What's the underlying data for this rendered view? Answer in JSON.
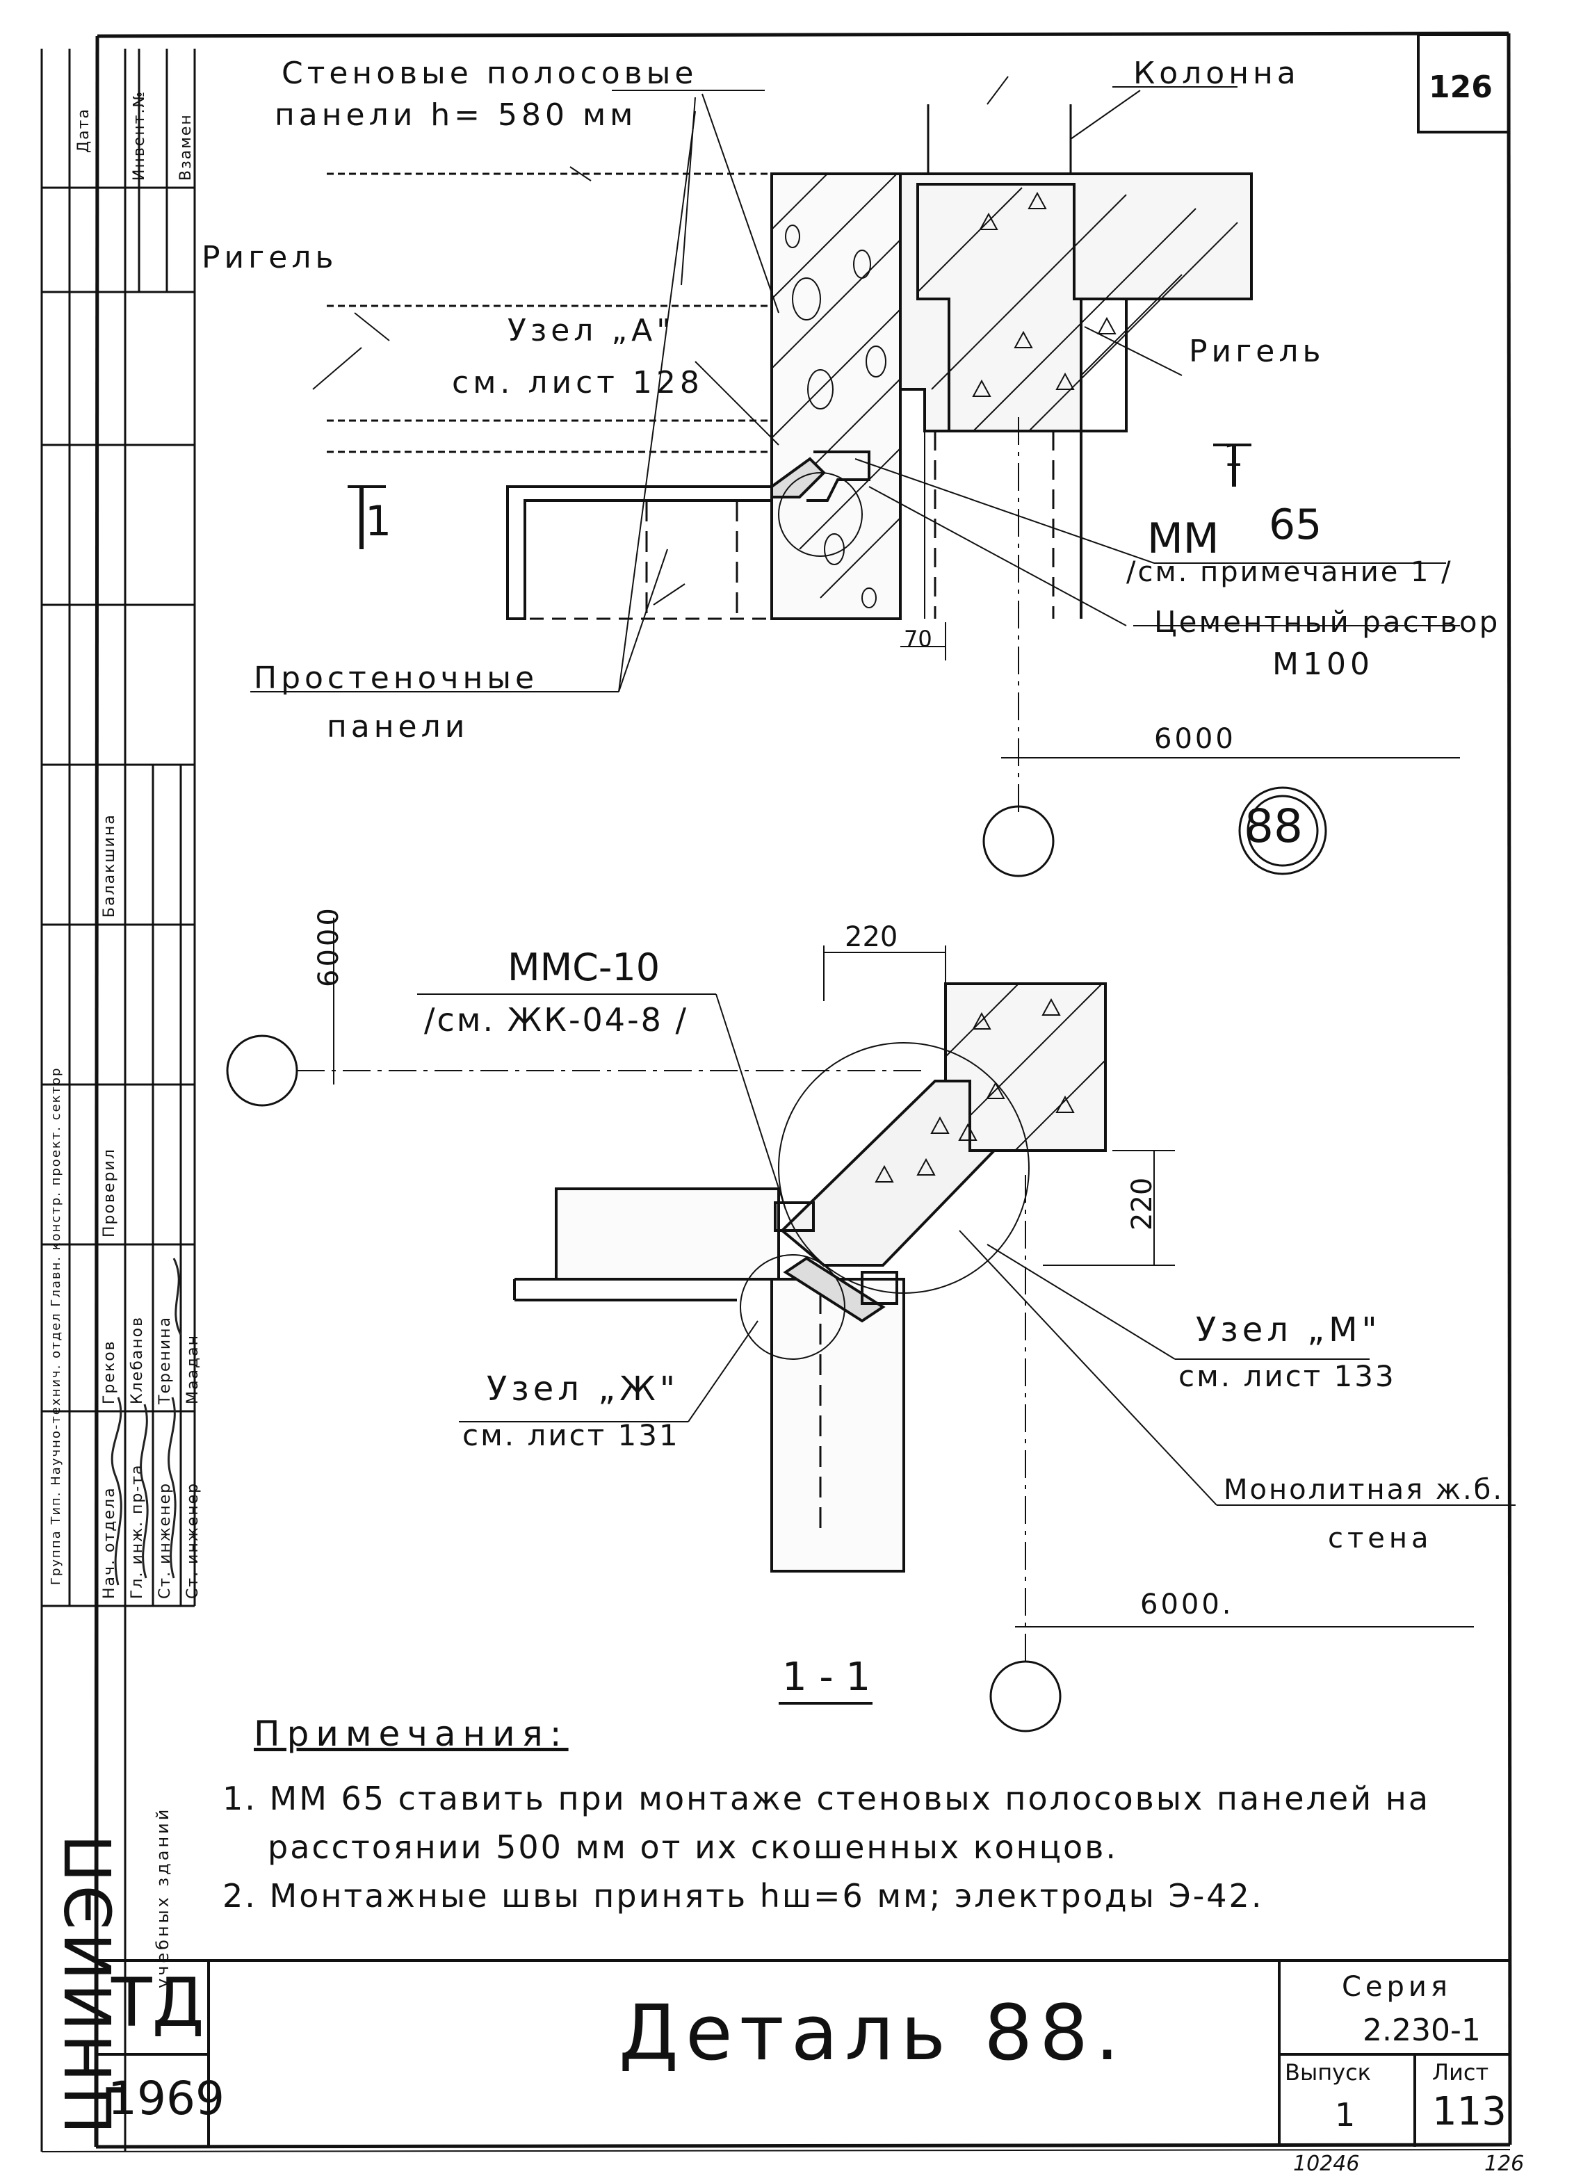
{
  "sheet_no_top": "126",
  "plan_top": {
    "panel_label_1": "Стеновые  полосовые",
    "panel_label_2": "панели   h= 580 мм",
    "column": "Колонна",
    "rigel_left": "Ригель",
    "rigel_right": "Ригель",
    "node_a_1": "Узел „А\"",
    "node_a_2": "см.  лист 128",
    "section_mark_left": "1",
    "section_mark_right": "1",
    "mm_label": "ММ",
    "mm_num": "65",
    "mm_ref": "/см. примечание 1 /",
    "cement_1": "Цементный  раствор",
    "cement_2": "М100",
    "dim_70": "70",
    "interwall_1": "Простеночные",
    "interwall_2": "панели",
    "dim_6000_top": "6000",
    "detail_no": "88"
  },
  "section_1_1": {
    "dim_6000_vertical": "6000",
    "mmc_1": "ММС-10",
    "mmc_2": "/см. ЖК-04-8 /",
    "dim_220_top": "220",
    "dim_220_right": "220",
    "node_m_1": "Узел „М\"",
    "node_m_2": "см. лист 133",
    "node_zh_1": "Узел „Ж\"",
    "node_zh_2": "см. лист 131",
    "wall_1": "Монолитная ж.б.",
    "wall_2": "стена",
    "dim_6000_bottom": "6000.",
    "section_title": "1 - 1"
  },
  "notes": {
    "heading": "Примечания:",
    "n1a": "1.  ММ 65  ставить при монтаже стеновых полосовых панелей   на",
    "n1b": "расстоянии  500 мм   от  их  скошенных   концов.",
    "n2": "2.  Монтажные  швы   принять   hш=6 мм;   электроды    Э-42."
  },
  "title_block": {
    "td": "ТД",
    "year": "1969",
    "title": "Деталь  88.",
    "series_label": "Серия",
    "series_value": "2.230-1",
    "issue_label": "Выпуск",
    "issue_value": "1",
    "sheet_label": "Лист",
    "sheet_value": "113",
    "org": "ЦНИИЭП",
    "org_sub": "учебных  зданий",
    "bottom_code": "10246",
    "bottom_page": "126"
  },
  "side_stamp": {
    "col_date": "Дата",
    "col_inv": "Инвент.№",
    "col_replace": "Взамен",
    "roles": [
      "Нач. отдела",
      "Гл. инж. пр-та",
      "Ст. инженер",
      "Ст. инженер"
    ],
    "names": [
      "Греков",
      "Клебанов",
      "Теренина",
      "Маадан"
    ],
    "check_label": "Проверил",
    "check_name": "Балакшина",
    "top_row_text": "Группа  Тип.  Научно-технич.  отдел  Главн.  констр.  проект.  сектор"
  }
}
